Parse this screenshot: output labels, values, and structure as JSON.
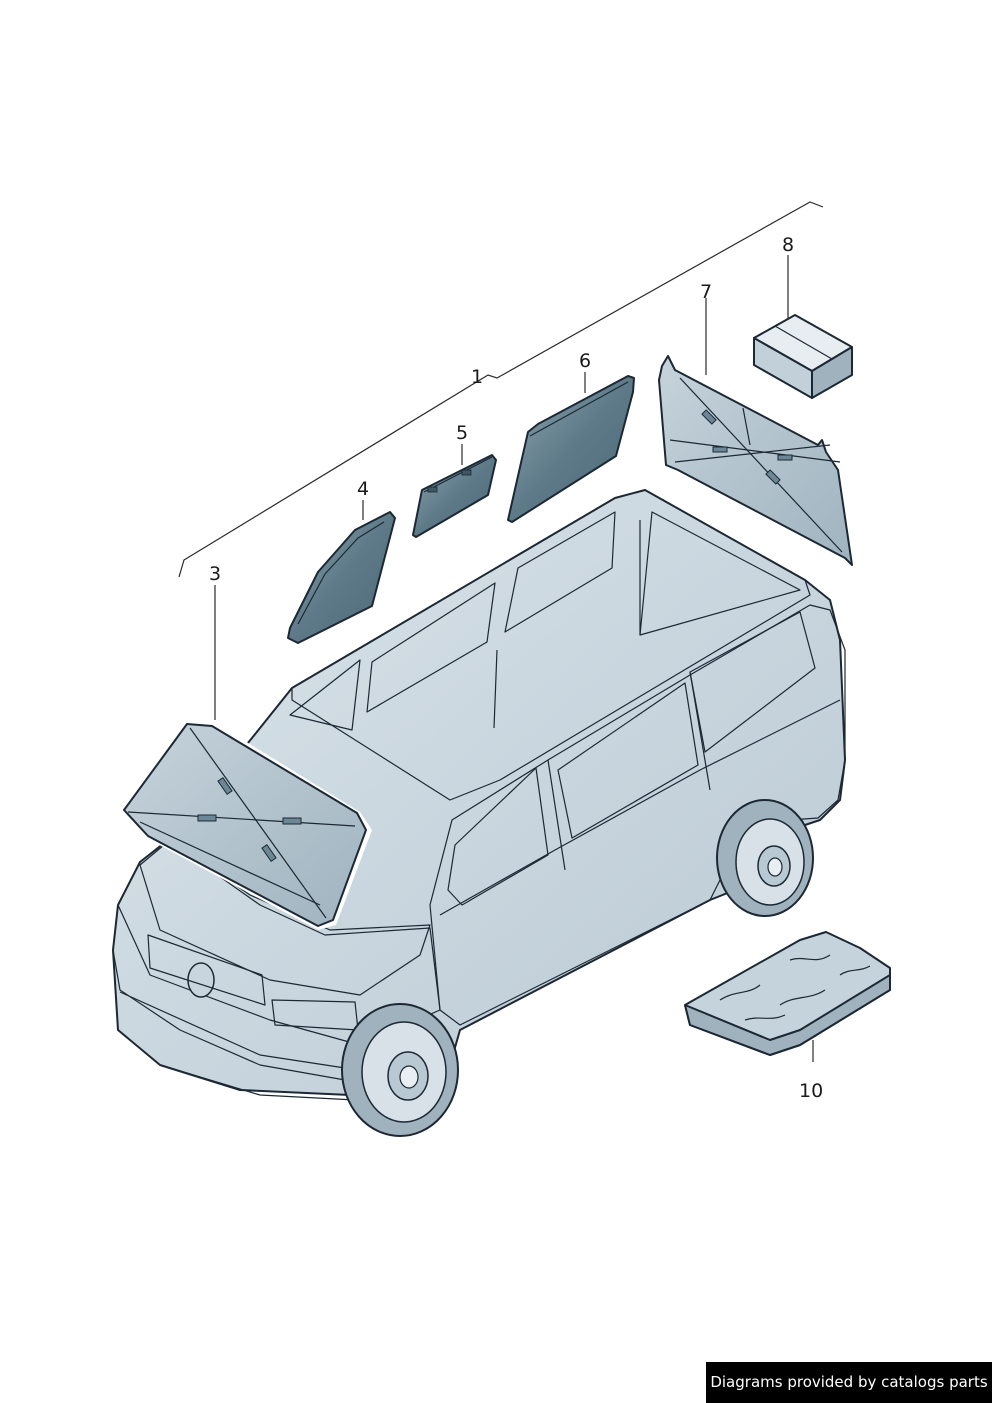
{
  "callouts": {
    "c1": "1",
    "c3": "3",
    "c4": "4",
    "c5": "5",
    "c6": "6",
    "c7": "7",
    "c8": "8",
    "c10": "10"
  },
  "footer": {
    "text": "Diagrams provided by catalogs parts"
  },
  "colors": {
    "van_body": "#c9d6df",
    "van_shade": "#aebfcb",
    "glass_tinted": "#5f7b88",
    "glass_light": "#a9bcc7",
    "outline": "#1c2833",
    "footer_bg": "#000000"
  }
}
